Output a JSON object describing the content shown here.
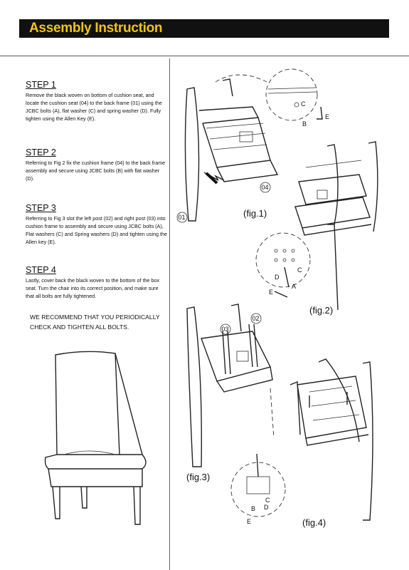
{
  "header": {
    "title": "Assembly Instruction"
  },
  "steps": [
    {
      "heading": "STEP 1",
      "text": "Remove the black woven on bottom of cushion seat, and locate the cushion seat (04) to the back frame (01) using the JCBC bolts (A), flat washer (C) and spring washer (D). Fully tighten using the Allen Key (E)."
    },
    {
      "heading": "STEP 2",
      "text": "Referring to Fig 2 fix the cushion frame (04) to the back frame assembly and secure using JCBC bolts (B) with flat washer (D)."
    },
    {
      "heading": "STEP 3",
      "text": "Referring to Fig 3 slot the left post (02) and right post (03) into cushion frame to assembly and secure using JCBC bolts (A), Flat washers (C) and Spring washers (D) and tighten using the Allen key (E)."
    },
    {
      "heading": "STEP 4",
      "text": "Lastly, cover back the black woven to the bottom of the box seat. Turn the chair into its correct position, and make sure that all bolts are fully tightened."
    }
  ],
  "recommendation": "WE RECOMMEND THAT YOU PERIODICALLY CHECK AND TIGHTEN ALL BOLTS.",
  "figures": {
    "fig1": "(fig.1)",
    "fig2": "(fig.2)",
    "fig3": "(fig.3)",
    "fig4": "(fig.4)"
  },
  "part_labels": {
    "back_frame": "01",
    "left_post": "02",
    "right_post": "03",
    "cushion_seat": "04"
  },
  "hardware_letters": {
    "a": "A",
    "b": "B",
    "c": "C",
    "d": "D",
    "e": "E"
  }
}
